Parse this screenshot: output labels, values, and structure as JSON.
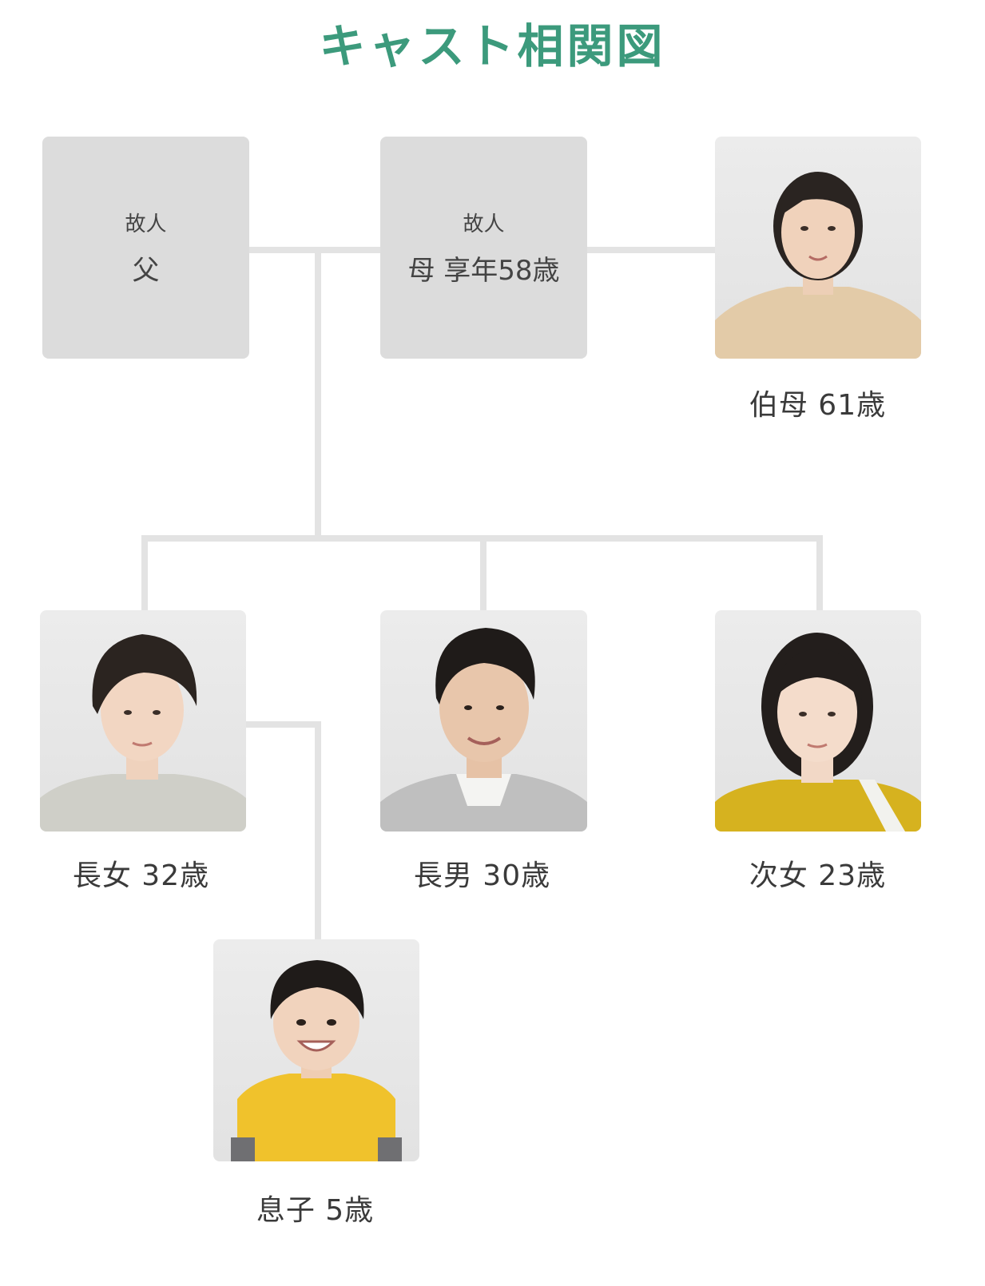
{
  "title": "キャスト相関図",
  "colors": {
    "title": "#3c9a7c",
    "line": "#e3e3e3",
    "deceased_box": "#dcdcdc"
  },
  "father": {
    "status": "故人",
    "role": "父"
  },
  "mother": {
    "status": "故人",
    "role": "母 享年58歳"
  },
  "aunt": {
    "label": "伯母 61歳",
    "shirt": "#e3cba8"
  },
  "eldest_daughter": {
    "label": "長女 32歳",
    "shirt": "#cfcfc8"
  },
  "eldest_son": {
    "label": "長男 30歳",
    "shirt": "#bfbfbf"
  },
  "second_daughter": {
    "label": "次女 23歳",
    "shirt": "#d6b21f"
  },
  "son": {
    "label": "息子 5歳",
    "shirt": "#f0c22c"
  }
}
